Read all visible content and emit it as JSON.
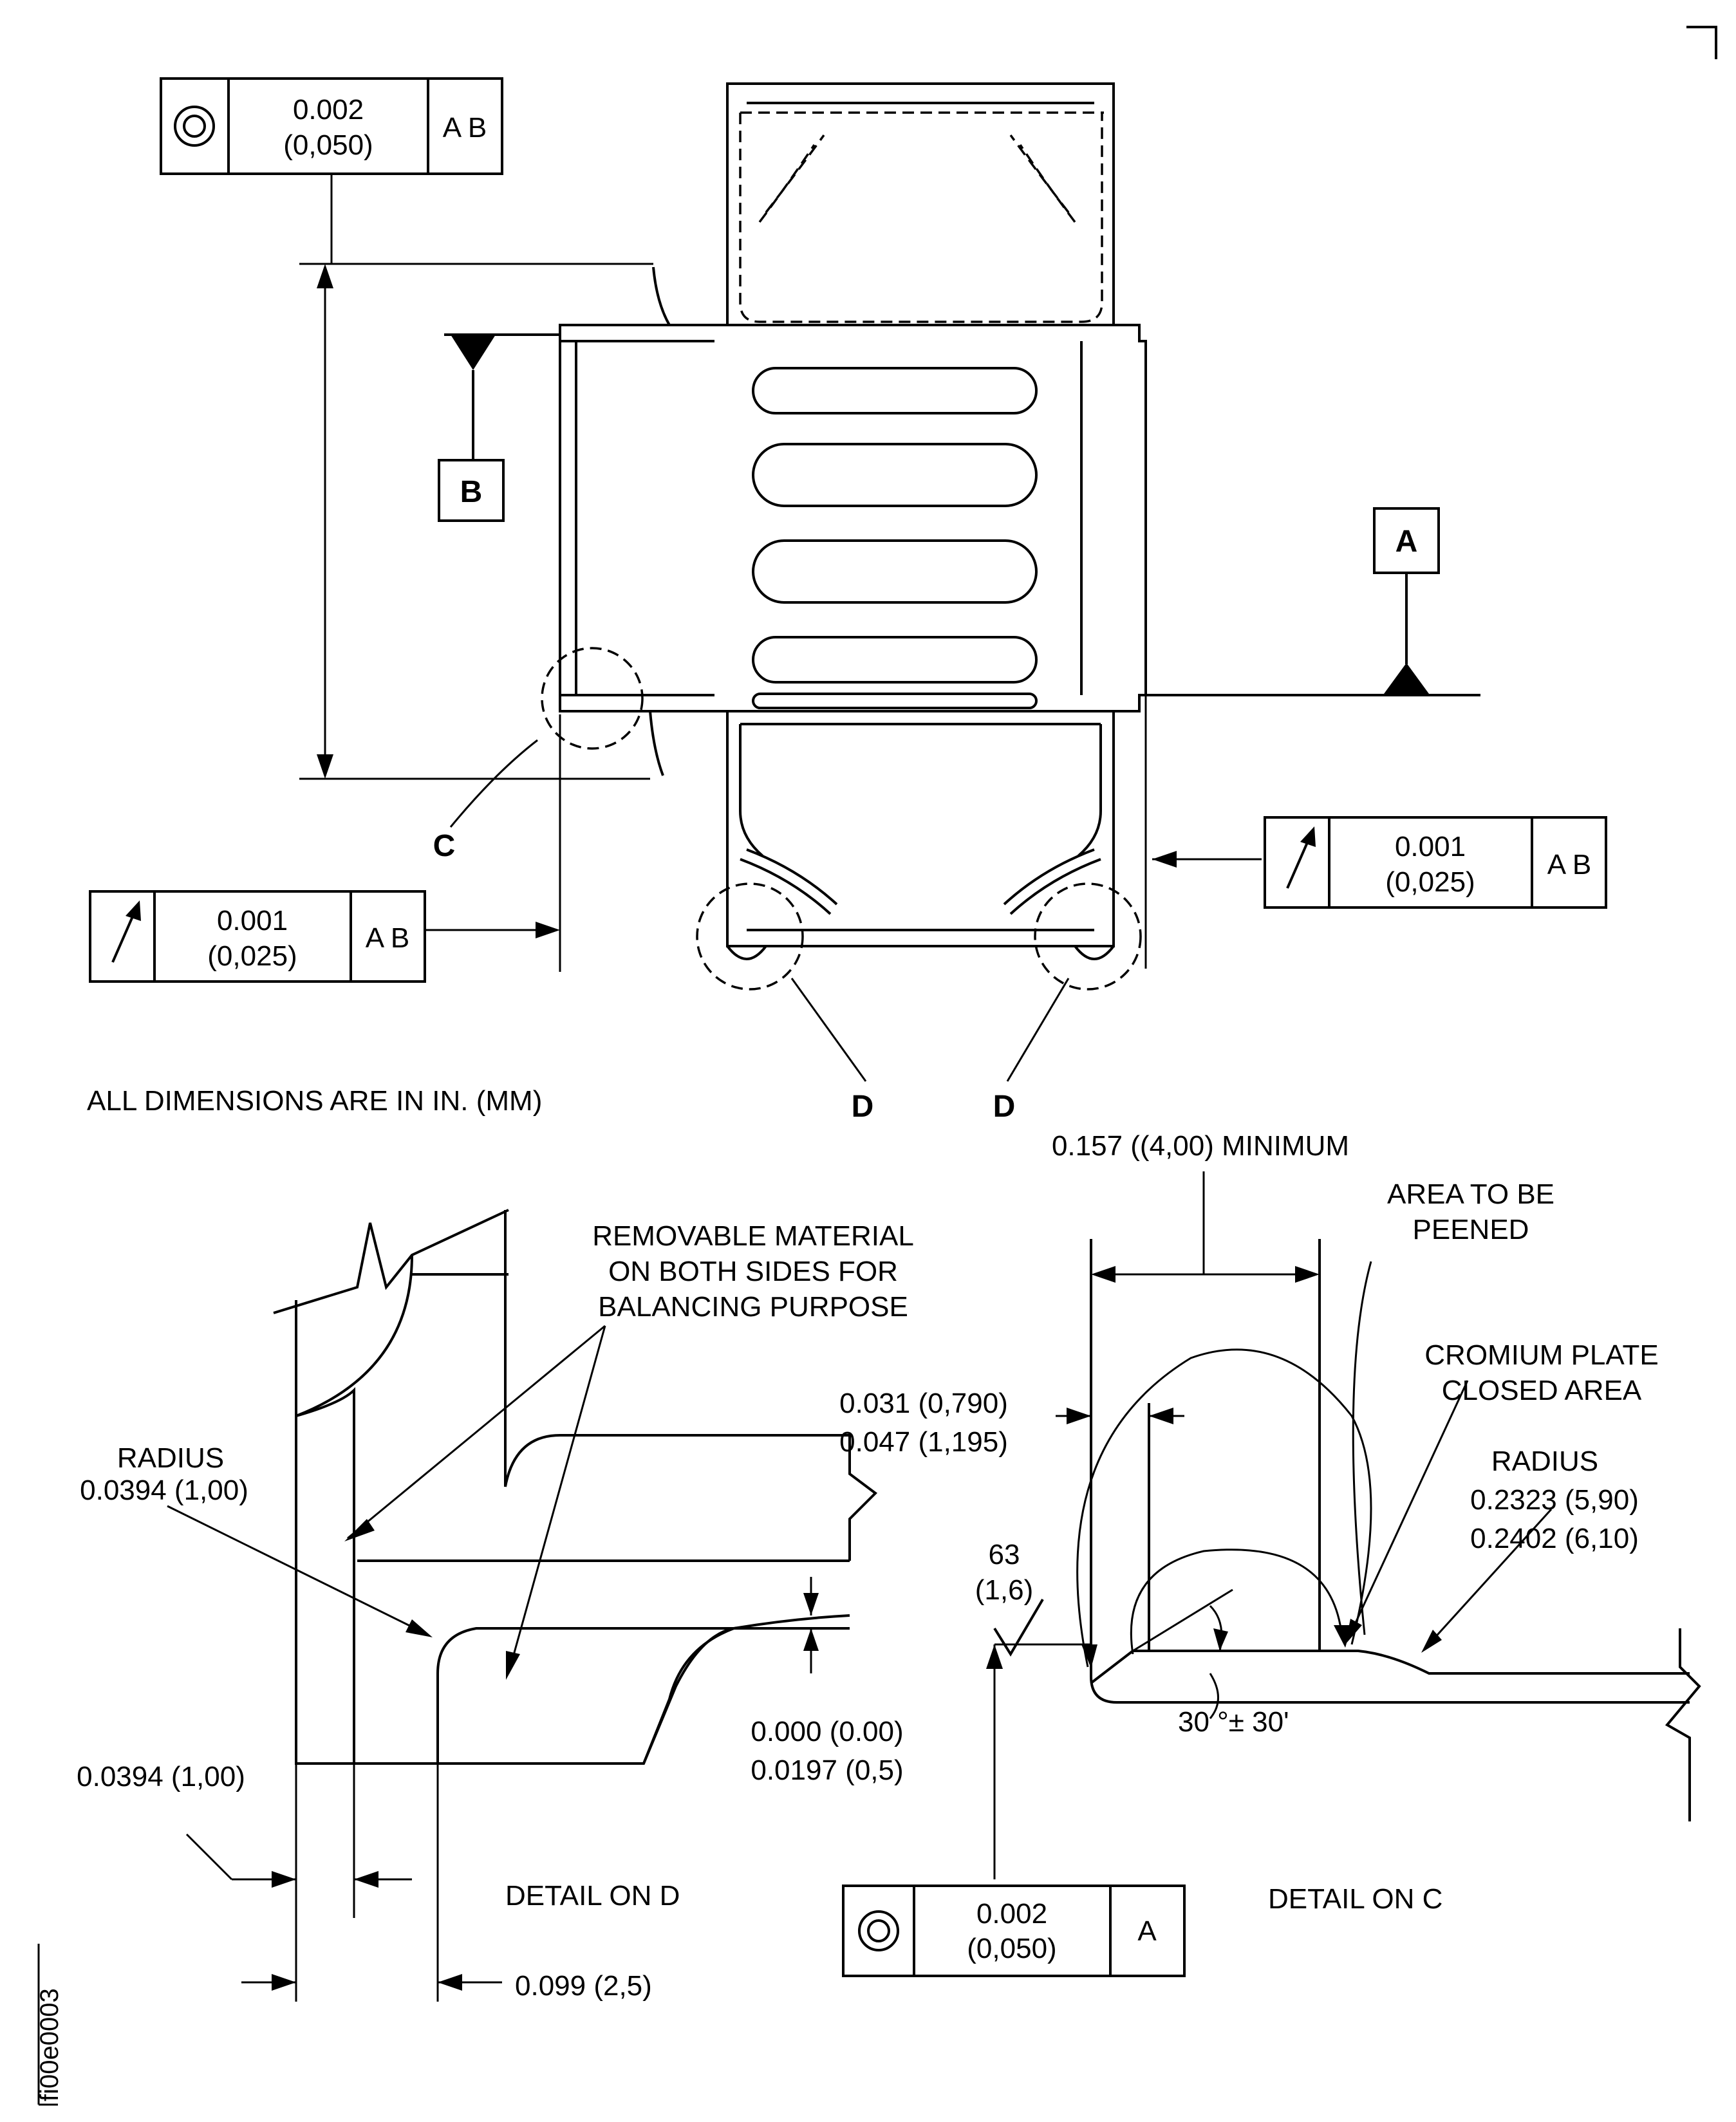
{
  "frames": {
    "concentricity_top": {
      "value": "0.002",
      "value_mm": "(0,050)",
      "datums": "A B"
    },
    "runout_right": {
      "value": "0.001",
      "value_mm": "(0,025)",
      "datums": "A B"
    },
    "runout_left": {
      "value": "0.001",
      "value_mm": "(0,025)",
      "datums": "A B"
    },
    "concentricity_bottom": {
      "value": "0.002",
      "value_mm": "(0,050)",
      "datums": "A"
    }
  },
  "datum_labels": {
    "a": "A",
    "b": "B"
  },
  "detail_callouts": {
    "c": "C",
    "d_left": "D",
    "d_right": "D"
  },
  "notes": {
    "units": "ALL DIMENSIONS ARE IN IN. (MM)"
  },
  "detail_d": {
    "title": "DETAIL ON D",
    "removable_1": "REMOVABLE MATERIAL",
    "removable_2": "ON BOTH SIDES FOR",
    "removable_3": "BALANCING PURPOSE",
    "radius_label": "RADIUS",
    "radius_value": "0.0394 (1,00)",
    "depth_min": "0.000 (0.00)",
    "depth_max": "0.0197 (0,5)",
    "width": "0.0394 (1,00)",
    "offset": "0.099 (2,5)"
  },
  "detail_c": {
    "title": "DETAIL ON C",
    "minimum": "0.157 ((4,00) MINIMUM",
    "peen_1": "AREA TO BE",
    "peen_2": "PEENED",
    "chrome_1": "CROMIUM PLATE",
    "chrome_2": "CLOSED AREA",
    "step_min": "0.031 (0,790)",
    "step_max": "0.047 (1,195)",
    "radius_label": "RADIUS",
    "radius_min": "0.2323 (5,90)",
    "radius_max": "0.2402 (6,10)",
    "finish": "63",
    "finish_mm": "(1,6)",
    "angle": "30 °± 30'"
  },
  "figure_id": "fi00e0003"
}
